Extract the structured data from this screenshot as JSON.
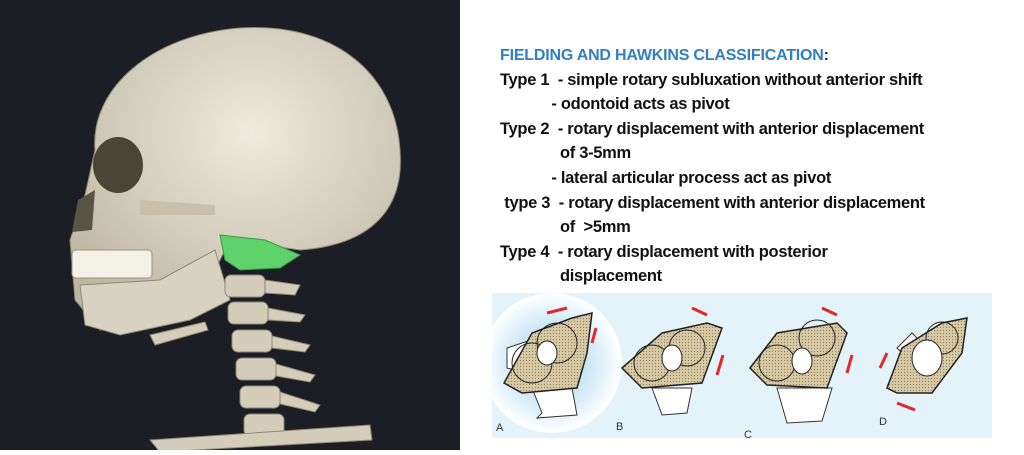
{
  "title": "FIELDING AND HAWKINS CLASSIFICATION",
  "title_colon": ":",
  "lines": [
    "Type 1  - simple rotary subluxation without anterior shift",
    "            - odontoid acts as pivot",
    "Type 2  - rotary displacement with anterior displacement",
    "              of 3-5mm",
    "            - lateral articular process act as pivot",
    " type 3  - rotary displacement with anterior displacement",
    "              of  >5mm",
    "Type 4  - rotary displacement with posterior",
    "              displacement"
  ],
  "diagram_labels": [
    "A",
    "B",
    "C",
    "D"
  ],
  "colors": {
    "title": "#2f7fc1",
    "background_left": "#1b1e25",
    "highlight_bone": "#5fd16a",
    "arrow": "#e02a2a"
  }
}
